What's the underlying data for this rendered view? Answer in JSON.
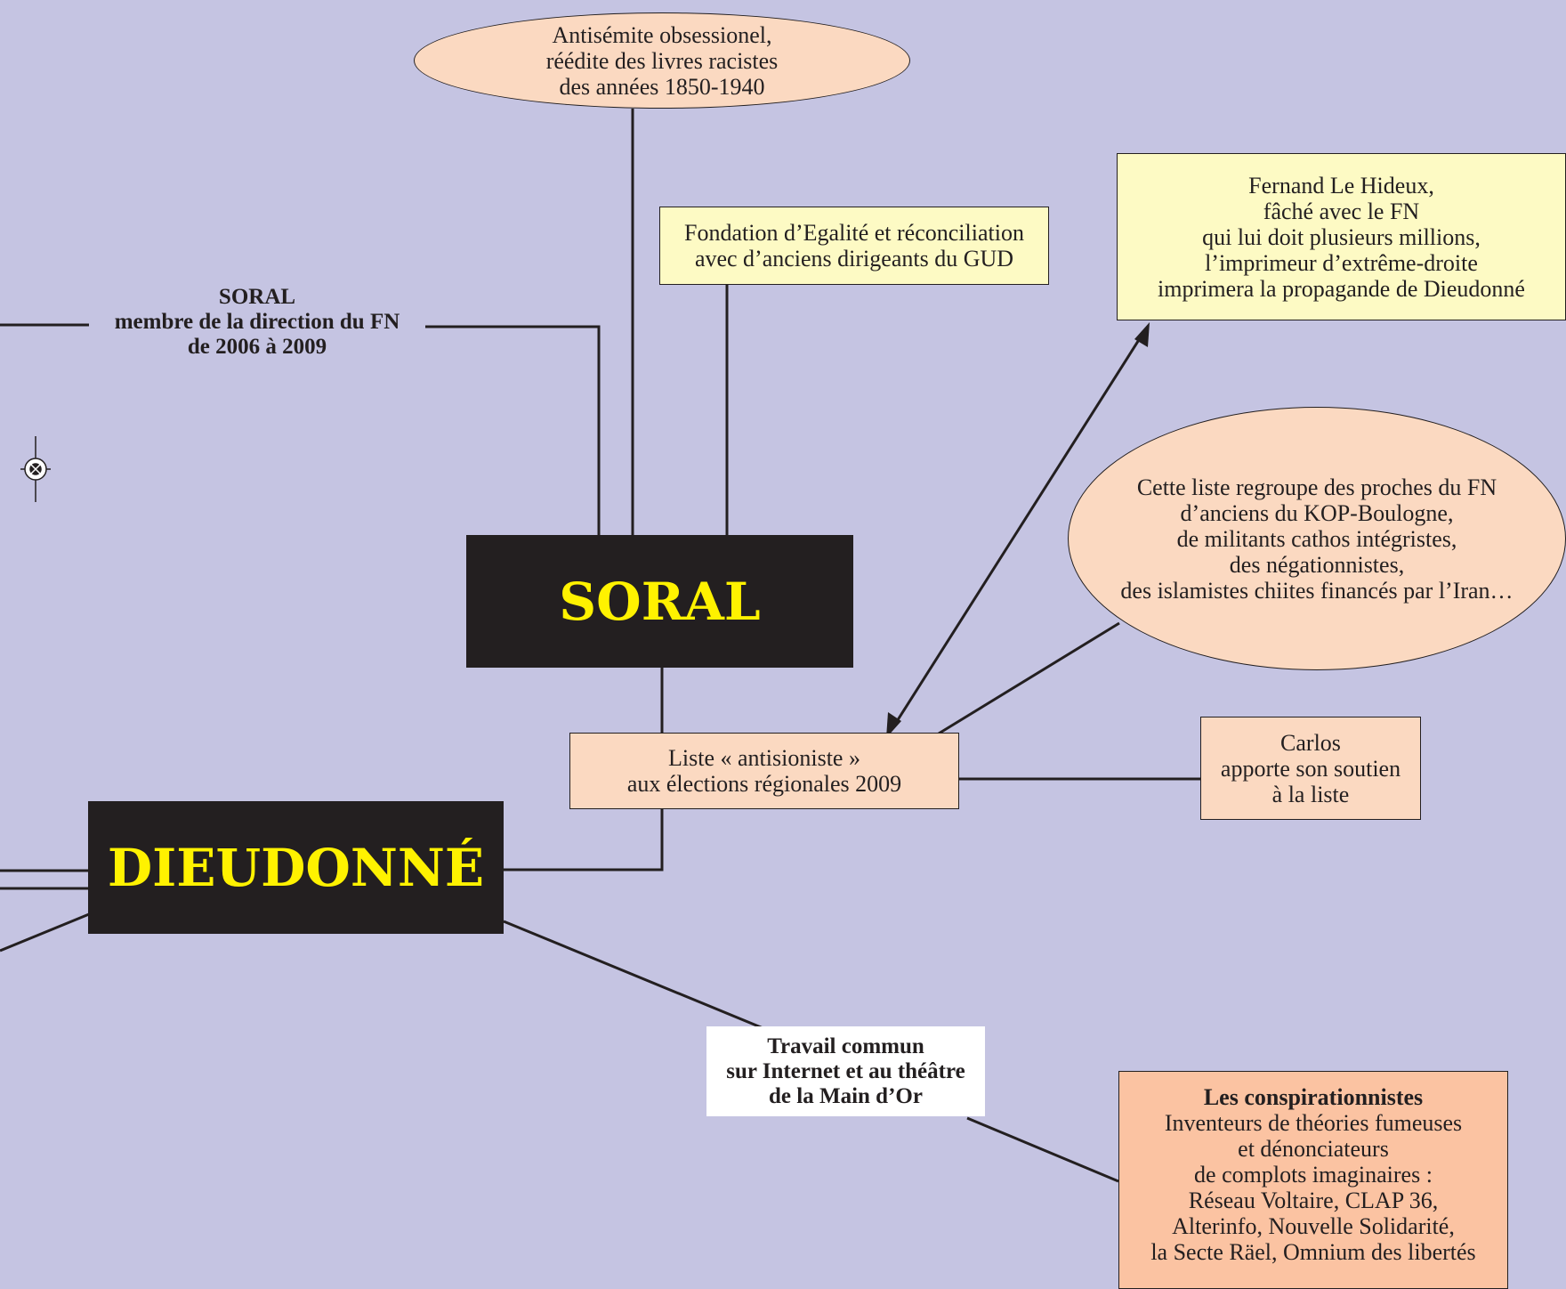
{
  "colors": {
    "background": "#c5c4e2",
    "black_box": "#231f20",
    "black_box_text": "#fff200",
    "salmon": "#fbd9c1",
    "yellow": "#fdfac4",
    "orange": "#fbc3a2",
    "white": "#ffffff",
    "line": "#231f20"
  },
  "nodes": {
    "soral": "SORAL",
    "dieudonne": "DIEUDONNÉ",
    "antisemite": [
      "Antisémite obsessionel,",
      "réédite des livres racistes",
      "des années 1850-1940"
    ],
    "fondation": [
      "Fondation d’Egalité et réconciliation",
      "avec d’anciens dirigeants du GUD"
    ],
    "soral_fn": [
      "SORAL",
      "membre de la direction du FN",
      "de 2006 à 2009"
    ],
    "fernand": [
      "Fernand Le Hideux,",
      "fâché avec le FN",
      "qui lui doit plusieurs millions,",
      "l’imprimeur d’extrême-droite",
      "imprimera la propagande de Dieudonné"
    ],
    "liste_desc": [
      "Cette liste regroupe des proches du FN",
      "d’anciens du KOP-Boulogne,",
      "de militants cathos intégristes,",
      "des négationnistes,",
      "des islamistes chiites financés par l’Iran…"
    ],
    "liste": [
      "Liste « antisioniste »",
      "aux élections régionales 2009"
    ],
    "carlos": [
      "Carlos",
      "apporte son soutien",
      "à la liste"
    ],
    "travail": [
      "Travail commun",
      "sur Internet et au théâtre",
      "de la Main d’Or"
    ],
    "conspi_title": "Les conspirationnistes",
    "conspi_body": [
      "Inventeurs de théories fumeuses",
      "et dénonciateurs",
      "de complots imaginaires :",
      "Réseau Voltaire, CLAP 36,",
      "Alterinfo, Nouvelle Solidarité,",
      "la Secte Räel, Omnium des libertés"
    ]
  }
}
